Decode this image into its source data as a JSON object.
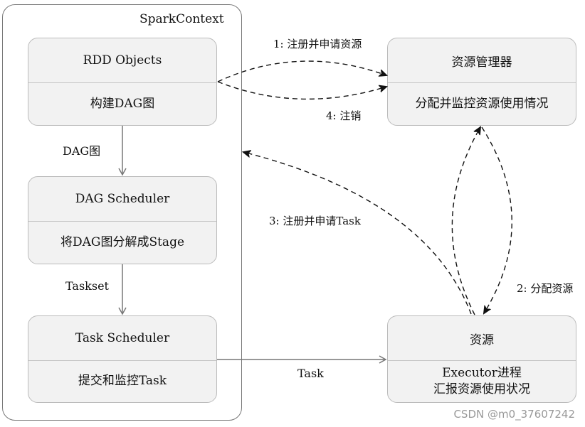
{
  "spark_context": {
    "title": "SparkContext"
  },
  "rdd": {
    "header": "RDD Objects",
    "body": "构建DAG图"
  },
  "dag_scheduler": {
    "header": "DAG Scheduler",
    "body": "将DAG图分解成Stage"
  },
  "task_scheduler": {
    "header": "Task Scheduler",
    "body": "提交和监控Task"
  },
  "resource_manager": {
    "header": "资源管理器",
    "body": "分配并监控资源使用情况"
  },
  "resource": {
    "header": "资源",
    "body_line1": "Executor进程",
    "body_line2": "汇报资源使用状况"
  },
  "edges": {
    "dag_graph": "DAG图",
    "taskset": "Taskset",
    "register_resource": "1: 注册并申请资源",
    "allocate_resource": "2: 分配资源",
    "register_task": "3: 注册并申请Task",
    "unregister": "4: 注销",
    "task": "Task"
  },
  "watermark": "CSDN @m0_37607242"
}
